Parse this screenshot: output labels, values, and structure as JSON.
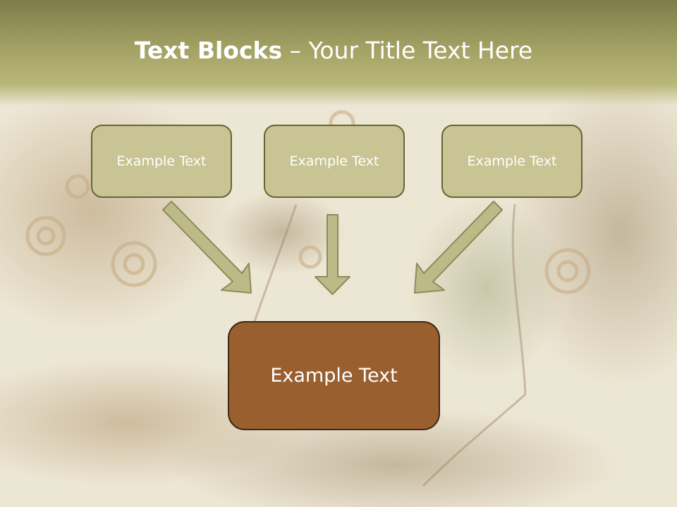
{
  "slide": {
    "title_bold": "Text Blocks",
    "title_rest": " – Your Title Text Here",
    "boxes": [
      {
        "label": "Example Text"
      },
      {
        "label": "Example Text"
      },
      {
        "label": "Example Text"
      }
    ],
    "target_box": {
      "label": "Example Text"
    }
  },
  "colors": {
    "title_bar": "#a2a163",
    "small_box_fill": "#c8c493",
    "small_box_border": "#676336",
    "target_box_fill": "#995f2f",
    "arrow_fill": "#bcba86"
  }
}
